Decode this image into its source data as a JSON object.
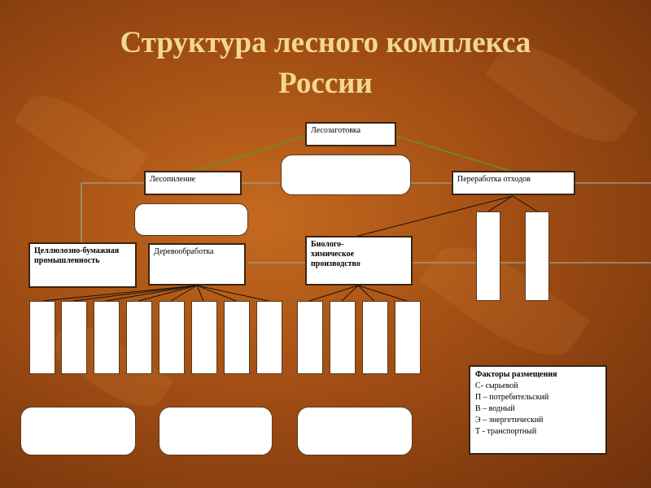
{
  "title": {
    "line1": "Структура лесного комплекса",
    "line2": "России"
  },
  "nodes": {
    "logging": "Лесозаготовка",
    "sawmill": "Лесопиление",
    "waste": "Переработка отходов",
    "pulp": "Целлюлозно-бумажная промышленность",
    "woodworking": "Деревообработка",
    "biochem": "Биолого-химическое производство"
  },
  "legend": {
    "title": "Факторы размещения",
    "items": [
      "С- сырьевой",
      "П – потребительский",
      "В – водный",
      "Э – энергетический",
      "Т - транспортный"
    ]
  }
}
